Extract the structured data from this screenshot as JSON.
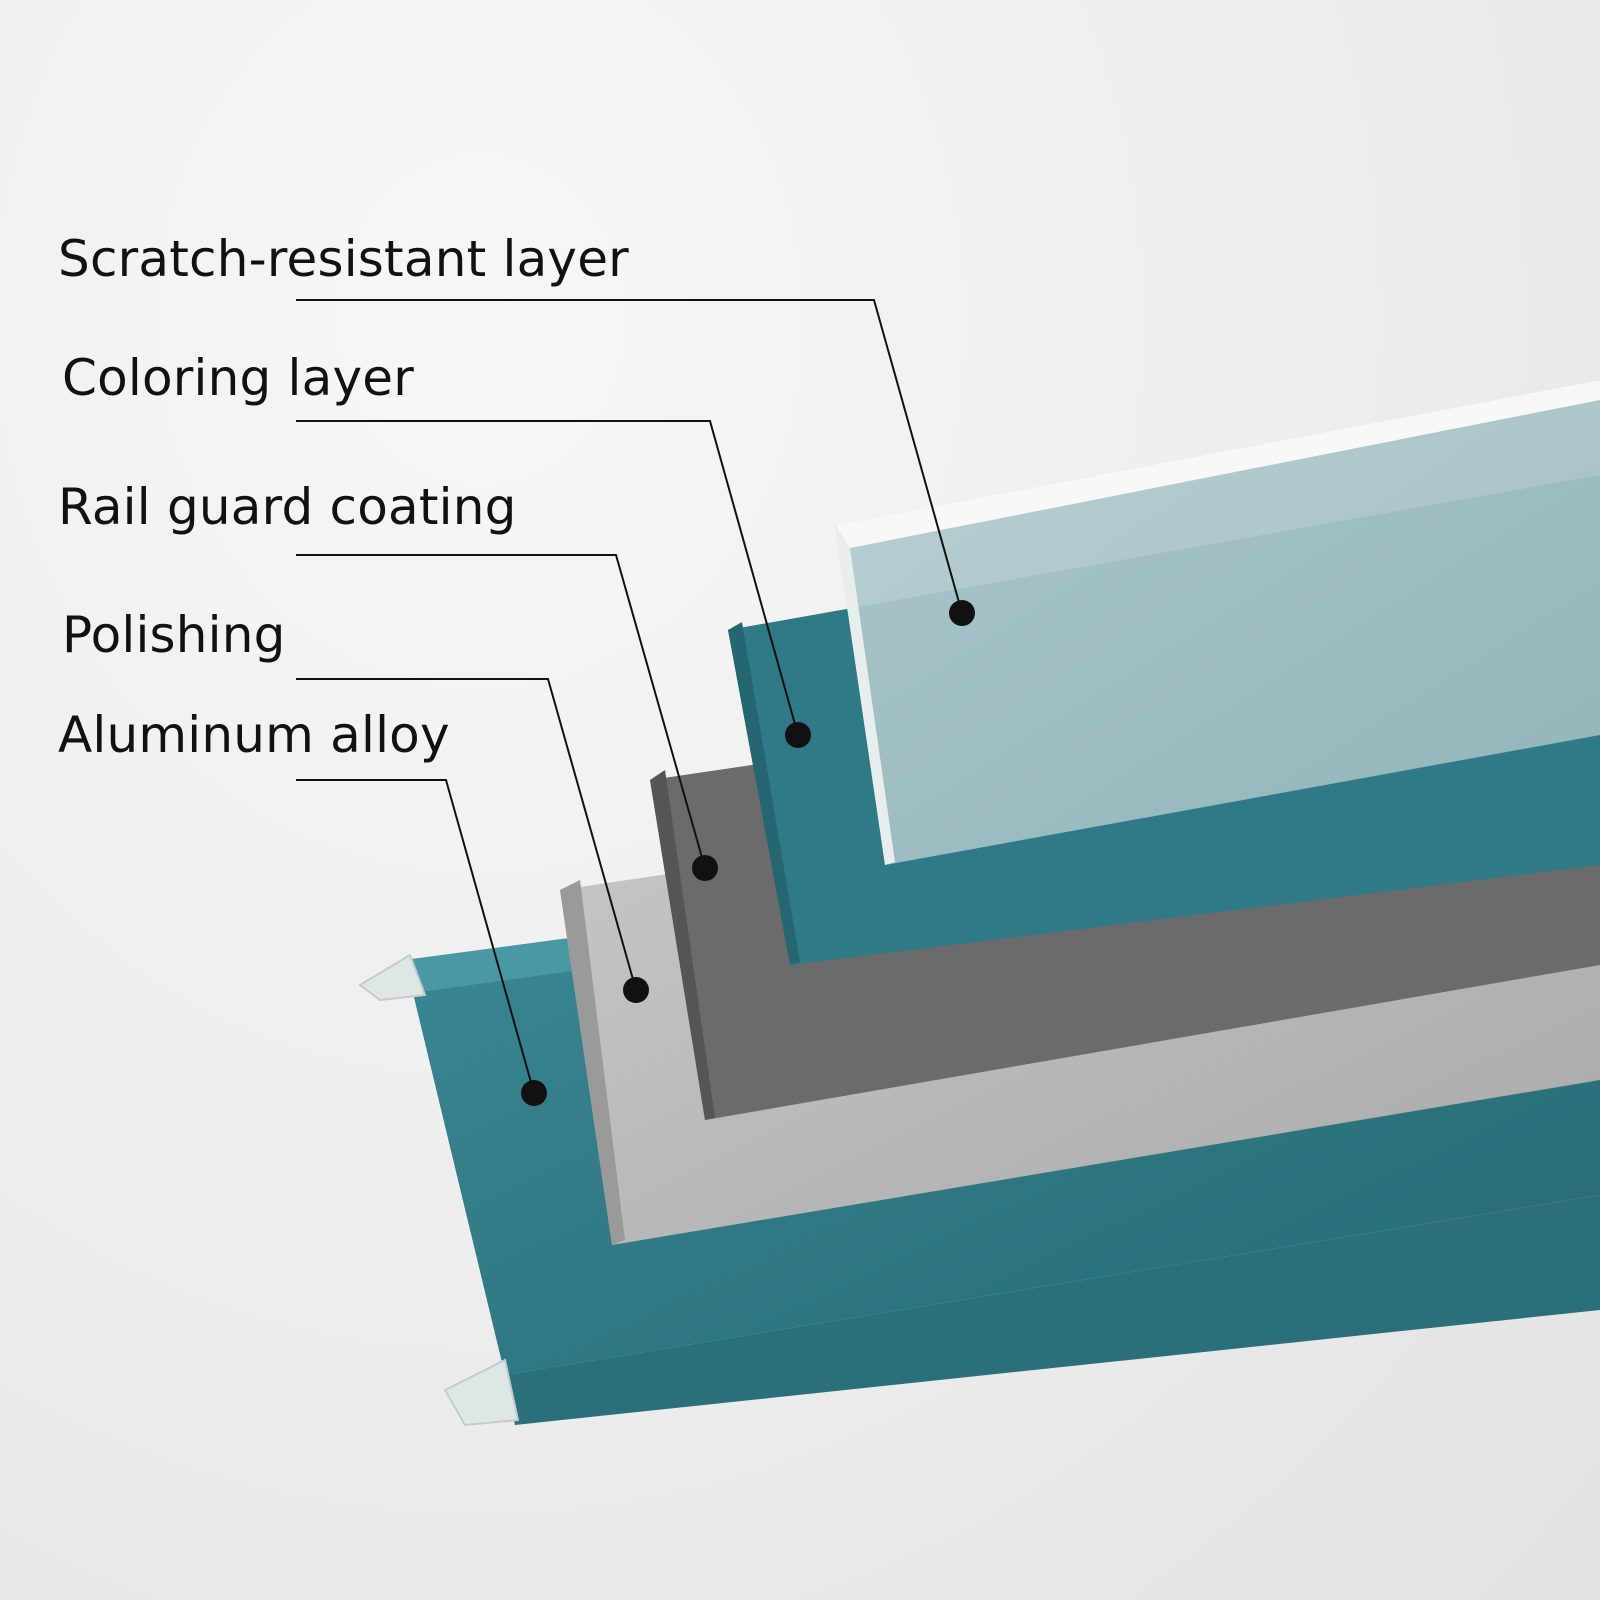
{
  "labels": [
    "Scratch-resistant layer",
    "Coloring layer",
    "Rail guard coating",
    "Polishing",
    "Aluminum alloy"
  ],
  "colors": {
    "background": "#ececec",
    "teal": "#2f7a86",
    "teal_light": "#a7c3c7",
    "gray_dark": "#6b6b6b",
    "gray_light": "#b2b2b2",
    "white_layer": "#f5f5f5",
    "leader": "#111111"
  }
}
